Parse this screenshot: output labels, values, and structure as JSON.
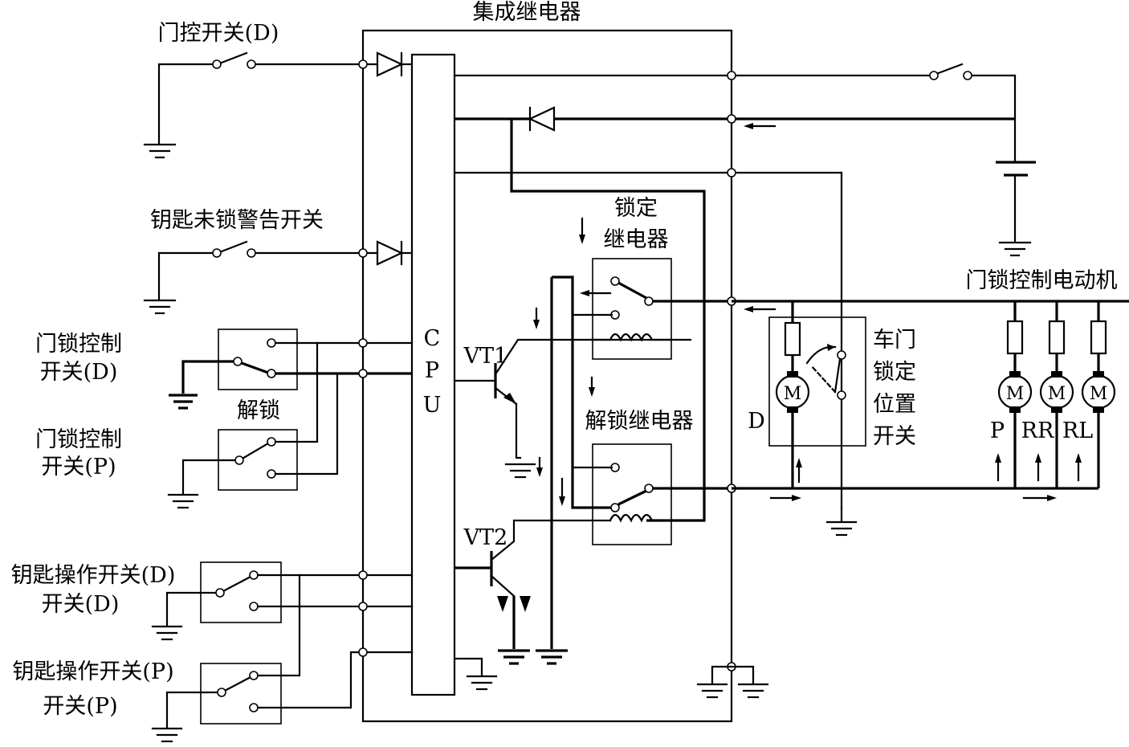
{
  "diagram": {
    "integrated_relay": "集成继电器",
    "door_switch_d": "门控开关(D)",
    "key_unlocked_warning_switch": "钥匙未锁警告开关",
    "door_lock_control_switch_d_line1": "门锁控制",
    "door_lock_control_switch_d_line2": "开关(D)",
    "unlock": "解锁",
    "door_lock_control_switch_p_line1": "门锁控制",
    "door_lock_control_switch_p_line2": "开关(P)",
    "key_operation_switch_d_line1": "钥匙操作开关(D)",
    "key_operation_switch_d_line2": "开关(D)",
    "key_operation_switch_p_line1": "钥匙操作开关(P)",
    "key_operation_switch_p_line2": "开关(P)",
    "cpu_c": "C",
    "cpu_p": "P",
    "cpu_u": "U",
    "vt1": "VT1",
    "vt2": "VT2",
    "lock_relay_line1": "锁定",
    "lock_relay_line2": "继电器",
    "unlock_relay": "解锁继电器",
    "door_lock_motor": "门锁控制电动机",
    "door_lock_position_switch": [
      "车门",
      "锁定",
      "位置",
      "开关"
    ],
    "motor_d": "D",
    "motor_p": "P",
    "motor_rr": "RR",
    "motor_rl": "RL",
    "motor_symbol": "M"
  }
}
